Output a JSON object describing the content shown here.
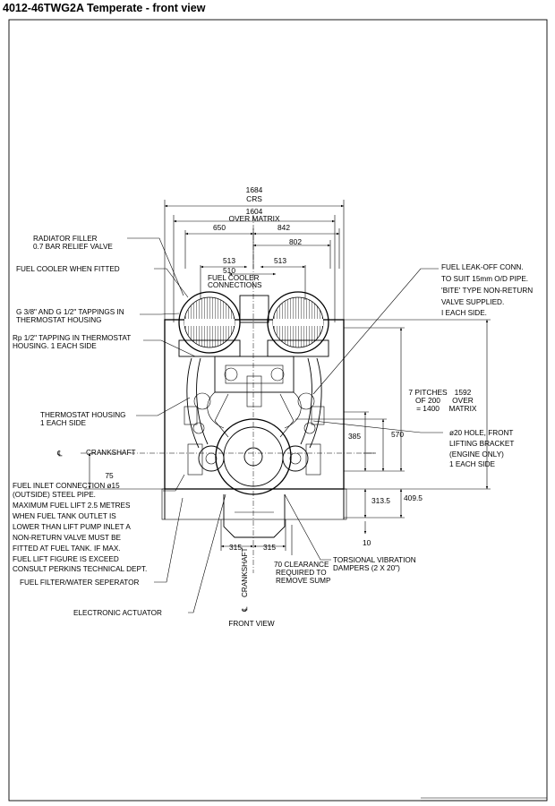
{
  "title": "4012-46TWG2A Temperate - front view",
  "view_label": "FRONT VIEW",
  "dimensions": {
    "crs_value": "1684",
    "crs_label": "CRS",
    "over_matrix_value": "1604",
    "over_matrix_label": "OVER MATRIX",
    "left_650": "650",
    "right_842": "842",
    "right_802": "802",
    "left_513": "513",
    "right_513": "513",
    "center_510": "510",
    "pitches_line1": "7 PITCHES",
    "pitches_line2": "OF 200",
    "pitches_line3": "= 1400",
    "matrix_1592": "1592",
    "matrix_over": "OVER",
    "matrix_label": "MATRIX",
    "d385": "385",
    "d570": "570",
    "d75": "75",
    "d313_5": "313.5",
    "d409_5": "409.5",
    "d10": "10",
    "d315_left": "315",
    "d315_right": "315"
  },
  "labels": {
    "radiator_filler_1": "RADIATOR FILLER",
    "radiator_filler_2": "0.7 BAR RELIEF VALVE",
    "fuel_cooler_fitted": "FUEL COOLER WHEN FITTED",
    "fuel_cooler_conn_1": "FUEL COOLER",
    "fuel_cooler_conn_2": "CONNECTIONS",
    "g_tappings_1": "G 3/8\" AND G 1/2\" TAPPINGS IN",
    "g_tappings_2": "THERMOSTAT HOUSING",
    "rp_tapping_1": "Rp 1/2\" TAPPING IN THERMOSTAT",
    "rp_tapping_2": "HOUSING. 1 EACH SIDE",
    "thermostat_1": "THERMOSTAT HOUSING",
    "thermostat_2": "1 EACH SIDE",
    "crankshaft": "CRANKSHAFT",
    "crankshaft_vertical": "CRANKSHAFT",
    "cl_symbol": "℄",
    "fuel_inlet": [
      "FUEL INLET CONNECTION ø15",
      "(OUTSIDE) STEEL PIPE.",
      "MAXIMUM FUEL LIFT 2.5 METRES",
      "WHEN FUEL TANK OUTLET IS",
      "LOWER THAN LIFT PUMP INLET A",
      "NON-RETURN VALVE MUST BE",
      "FITTED AT FUEL TANK. IF MAX.",
      "FUEL LIFT FIGURE IS EXCEED",
      "CONSULT PERKINS TECHNICAL DEPT."
    ],
    "fuel_filter": "FUEL FILTER/WATER SEPERATOR",
    "electronic_actuator": "ELECTRONIC ACTUATOR",
    "fuel_leakoff": [
      "FUEL LEAK-OFF CONN.",
      "TO SUIT 15mm O/D PIPE.",
      "'BITE' TYPE NON-RETURN",
      "VALVE SUPPLIED.",
      "I EACH SIDE."
    ],
    "hole_20": [
      "ø20 HOLE, FRONT",
      "LIFTING BRACKET",
      "(ENGINE ONLY)",
      "1 EACH SIDE"
    ],
    "clearance": [
      "70 CLEARANCE",
      "REQUIRED TO",
      "REMOVE SUMP"
    ],
    "torsional": [
      "TORSIONAL VIBRATION",
      "DAMPERS (2 X 20\")"
    ]
  }
}
